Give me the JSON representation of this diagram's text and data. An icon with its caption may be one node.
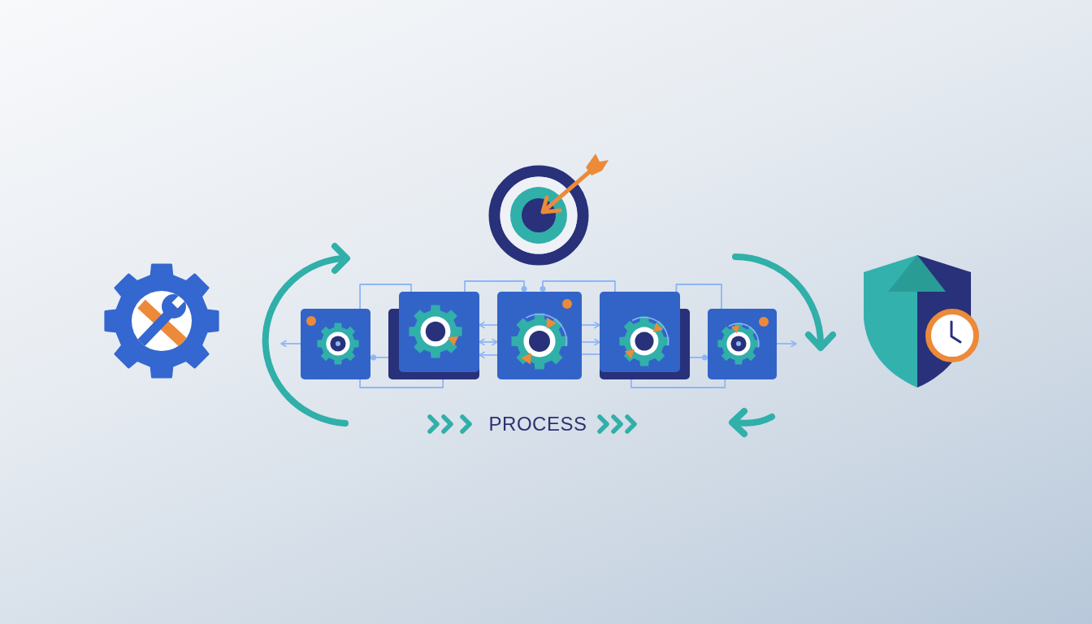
{
  "diagram": {
    "nodes": [
      {
        "text": [],
        "shape": "box"
      },
      {
        "text": [],
        "shape": "box"
      },
      {
        "text": [],
        "shape": "box"
      },
      {
        "text": [],
        "shape": "box"
      },
      {
        "text": [],
        "shape": "box"
      }
    ],
    "edges": [
      {
        "from": 0,
        "to": null,
        "arrow": "to"
      },
      {
        "from": 0,
        "to": 1,
        "arrow": "none"
      },
      {
        "from": 0,
        "to": 1,
        "arrow": "none"
      },
      {
        "from": 1,
        "to": 0,
        "arrow": "other"
      },
      {
        "from": 1,
        "to": 2,
        "arrow": "other"
      },
      {
        "from": 3,
        "to": 2,
        "arrow": "other"
      },
      {
        "from": 2,
        "to": 1,
        "arrow": "to"
      },
      {
        "from": 1,
        "to": 2,
        "arrow": "both"
      },
      {
        "from": 2,
        "to": 1,
        "arrow": "to"
      },
      {
        "from": 2,
        "to": 3,
        "arrow": "to"
      },
      {
        "from": 2,
        "to": 3,
        "arrow": "to"
      },
      {
        "from": 2,
        "to": 3,
        "arrow": "none"
      },
      {
        "from": 3,
        "to": 4,
        "arrow": "other"
      },
      {
        "from": 3,
        "to": 4,
        "arrow": "none"
      },
      {
        "from": 3,
        "to": 4,
        "arrow": "none"
      },
      {
        "from": 4,
        "to": null,
        "arrow": "to"
      }
    ],
    "labels": [
      "PROCESS"
    ]
  }
}
